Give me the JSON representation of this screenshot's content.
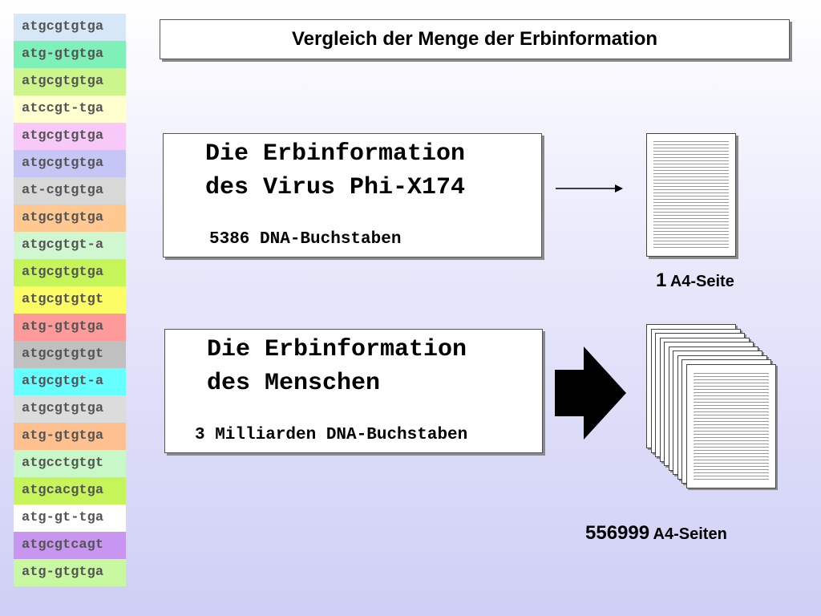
{
  "title": "Vergleich der Menge der Erbinformation",
  "sequences": [
    {
      "text": "atgcgtgtga",
      "color": "#d6e8f8"
    },
    {
      "text": "atg-gtgtga",
      "color": "#7ef0b8"
    },
    {
      "text": "atgcgtgtga",
      "color": "#ccf58c"
    },
    {
      "text": "atccgt-tga",
      "color": "#ffffd0"
    },
    {
      "text": "atgcgtgtga",
      "color": "#f8c8f8"
    },
    {
      "text": "atgcgtgtga",
      "color": "#c6c6f6"
    },
    {
      "text": "at-cgtgtga",
      "color": "#d8d8d8"
    },
    {
      "text": "atgcgtgtga",
      "color": "#ffc890"
    },
    {
      "text": "atgcgtgt-a",
      "color": "#d0f8d0"
    },
    {
      "text": "atgcgtgtga",
      "color": "#c6f55a"
    },
    {
      "text": "atgcgtgtgt",
      "color": "#fcfc64"
    },
    {
      "text": "atg-gtgtga",
      "color": "#ff9a9a"
    },
    {
      "text": "atgcgtgtgt",
      "color": "#c0c0c0"
    },
    {
      "text": "atgcgtgt-a",
      "color": "#66ffff"
    },
    {
      "text": "atgcgtgtga",
      "color": "#dcdcdc"
    },
    {
      "text": "atg-gtgtga",
      "color": "#ffc090"
    },
    {
      "text": "atgcctgtgt",
      "color": "#c8f8c8"
    },
    {
      "text": "atgcacgtga",
      "color": "#c6f55a"
    },
    {
      "text": "atg-gt-tga",
      "color": "#ffffff"
    },
    {
      "text": "atgcgtcagt",
      "color": "#c896f0"
    },
    {
      "text": "atg-gtgtga",
      "color": "#c8f8a0"
    }
  ],
  "virus_box": {
    "line1": "Die Erbinformation",
    "line2": "des Virus Phi-X174",
    "count": "5386 DNA-Buchstaben"
  },
  "human_box": {
    "line1": "Die Erbinformation",
    "line2": "des Menschen",
    "count": "3 Milliarden DNA-Buchstaben"
  },
  "result_virus": {
    "number": "1",
    "unit": "A4-Seite"
  },
  "result_human": {
    "number": "556999",
    "unit": "A4-Seiten"
  },
  "icons": {
    "small_arrow": "thin-right-arrow-icon",
    "big_arrow": "thick-right-arrow-icon",
    "single_page": "page-icon",
    "page_stack": "page-stack-icon"
  }
}
